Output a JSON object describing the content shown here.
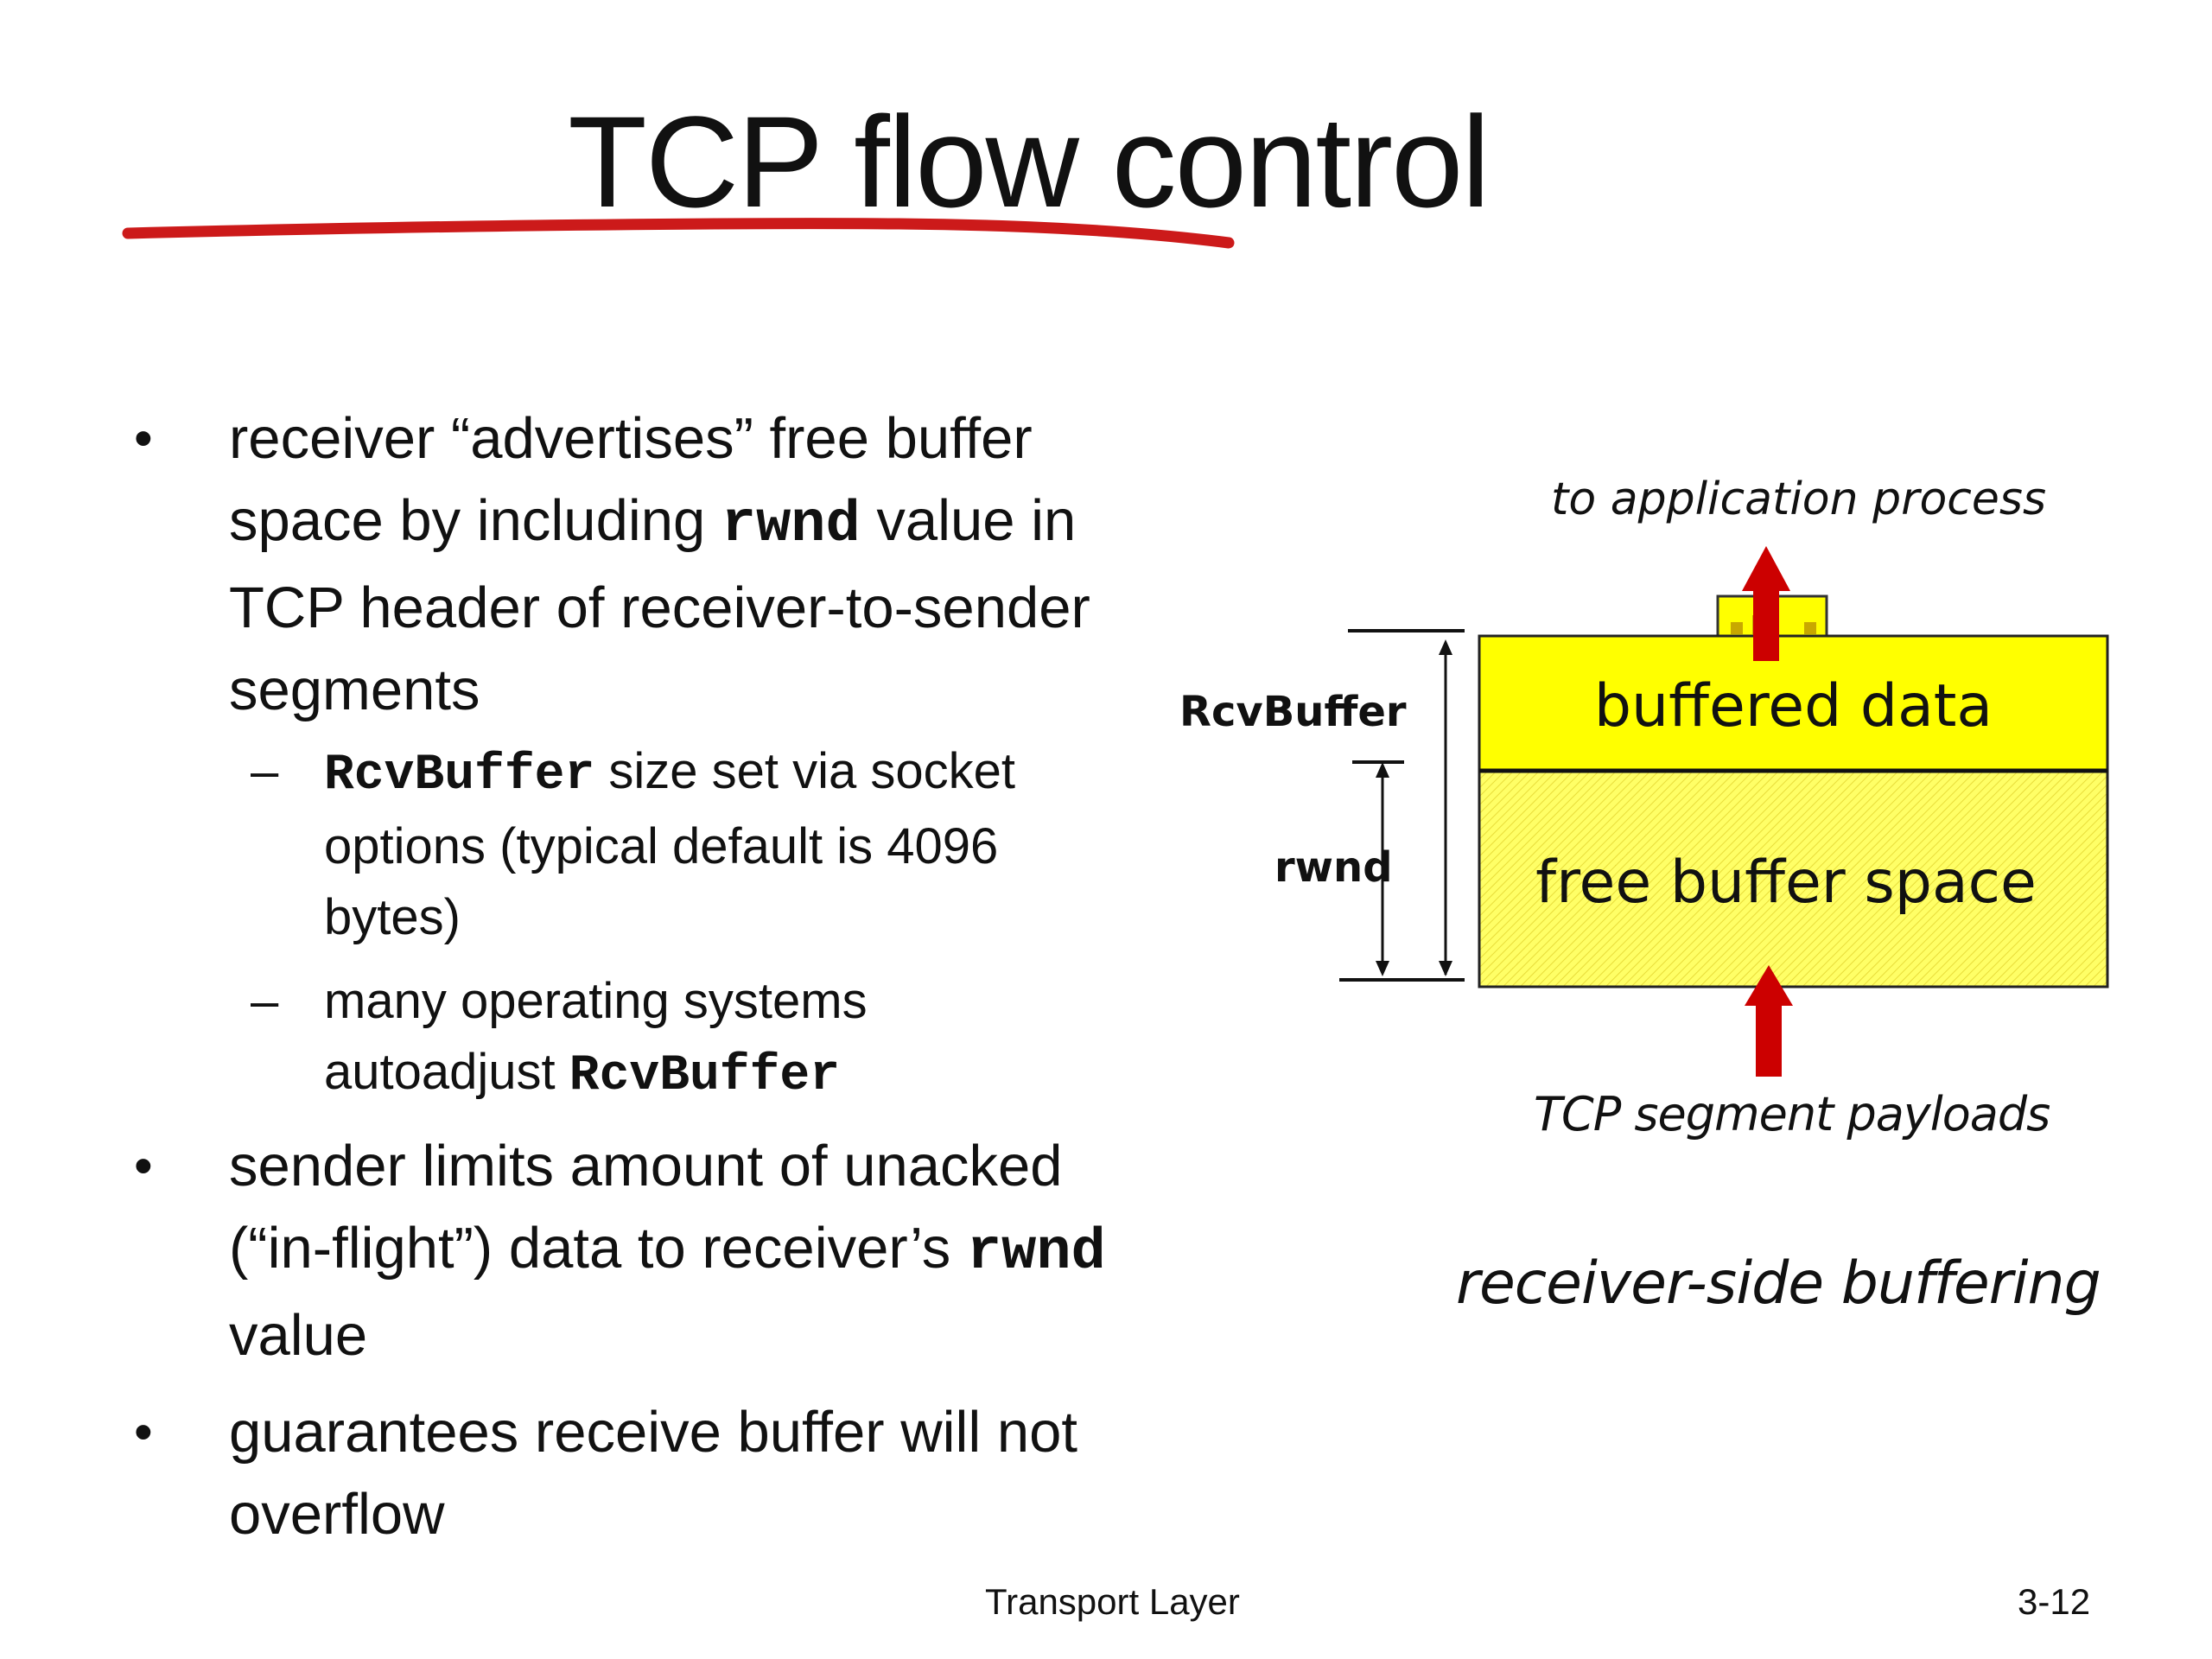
{
  "title": "TCP flow control",
  "bullets": [
    {
      "parts": [
        {
          "text": "receiver “advertises” free buffer space by including "
        },
        {
          "text": "rwnd",
          "mono": true
        },
        {
          "text": " value in TCP header of receiver-to-sender segments"
        }
      ],
      "sub": [
        {
          "parts": [
            {
              "text": "RcvBuffer",
              "mono": true
            },
            {
              "text": "  size set via socket options (typical default is 4096 bytes)"
            }
          ]
        },
        {
          "parts": [
            {
              "text": "many operating systems autoadjust "
            },
            {
              "text": "RcvBuffer",
              "mono": true
            }
          ]
        }
      ]
    },
    {
      "parts": [
        {
          "text": "sender limits amount of unacked (“in-flight”) data to receiver’s "
        },
        {
          "text": "rwnd",
          "mono": true
        },
        {
          "text": "  value"
        }
      ]
    },
    {
      "parts": [
        {
          "text": "guarantees receive buffer will not overflow"
        }
      ]
    }
  ],
  "diagram": {
    "to_application": "to application process",
    "buffered_data": "buffered data",
    "free_buffer_space": "free buffer space",
    "rcvbuffer_label": "RcvBuffer",
    "rwnd_label": "rwnd",
    "segment_payloads": "TCP segment payloads",
    "caption": "receiver-side buffering",
    "colors": {
      "buffer_fill": "#ffff00",
      "free_fill": "#ffff66",
      "arrow": "#cc0000",
      "underline": "#cc1a1a"
    }
  },
  "footer": {
    "center": "Transport Layer",
    "page": "3-12"
  }
}
